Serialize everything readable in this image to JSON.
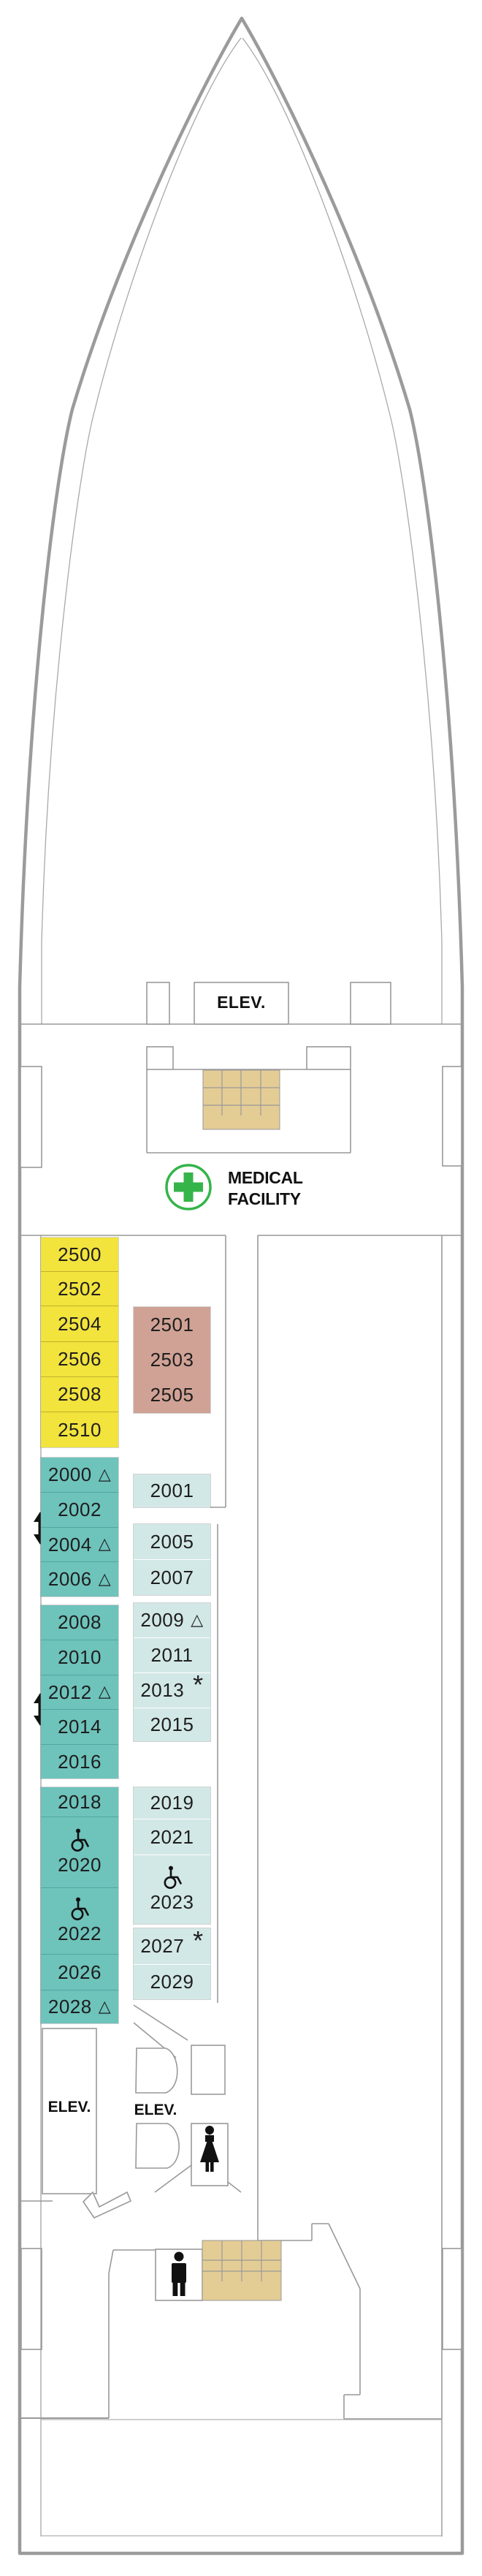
{
  "labels": {
    "elevator_top": "ELEV.",
    "elevator_left": "ELEV.",
    "elevator_mid": "ELEV.",
    "medical_line1": "MEDICAL",
    "medical_line2": "FACILITY"
  },
  "markers": {
    "triangle": "△",
    "asterisk": "*"
  },
  "colors": {
    "yellow": "#F2E33D",
    "salmon": "#D0A295",
    "teal": "#6EC3BB",
    "lightblue": "#D2E8E6",
    "stairs_tan": "#E4CC95",
    "medical_green": "#35B44A",
    "hull_gray": "#9B9B9B",
    "text": "#1E1E1E"
  },
  "cabins": {
    "yellow": [
      {
        "number": "2500"
      },
      {
        "number": "2502"
      },
      {
        "number": "2504"
      },
      {
        "number": "2506"
      },
      {
        "number": "2508"
      },
      {
        "number": "2510"
      }
    ],
    "salmon": [
      {
        "number": "2501"
      },
      {
        "number": "2503"
      },
      {
        "number": "2505"
      }
    ],
    "teal1": [
      {
        "number": "2000",
        "marker": "triangle"
      },
      {
        "number": "2002"
      },
      {
        "number": "2004",
        "marker": "triangle"
      },
      {
        "number": "2006",
        "marker": "triangle"
      }
    ],
    "teal2": [
      {
        "number": "2008"
      },
      {
        "number": "2010"
      },
      {
        "number": "2012",
        "marker": "triangle"
      },
      {
        "number": "2014"
      },
      {
        "number": "2016"
      }
    ],
    "teal3": [
      {
        "number": "2018"
      },
      {
        "number": "2020",
        "wheelchair": true
      },
      {
        "number": "2022",
        "wheelchair": true
      },
      {
        "number": "2026"
      },
      {
        "number": "2028",
        "marker": "triangle"
      }
    ],
    "blue1": [
      {
        "number": "2001"
      }
    ],
    "blue2": [
      {
        "number": "2005"
      },
      {
        "number": "2007"
      }
    ],
    "blue3": [
      {
        "number": "2009",
        "marker": "triangle"
      },
      {
        "number": "2011"
      },
      {
        "number": "2013",
        "marker": "asterisk"
      },
      {
        "number": "2015"
      }
    ],
    "blue4": [
      {
        "number": "2019"
      },
      {
        "number": "2021"
      },
      {
        "number": "2023",
        "wheelchair": true
      }
    ],
    "blue5": [
      {
        "number": "2027",
        "marker": "asterisk"
      },
      {
        "number": "2029"
      }
    ]
  }
}
